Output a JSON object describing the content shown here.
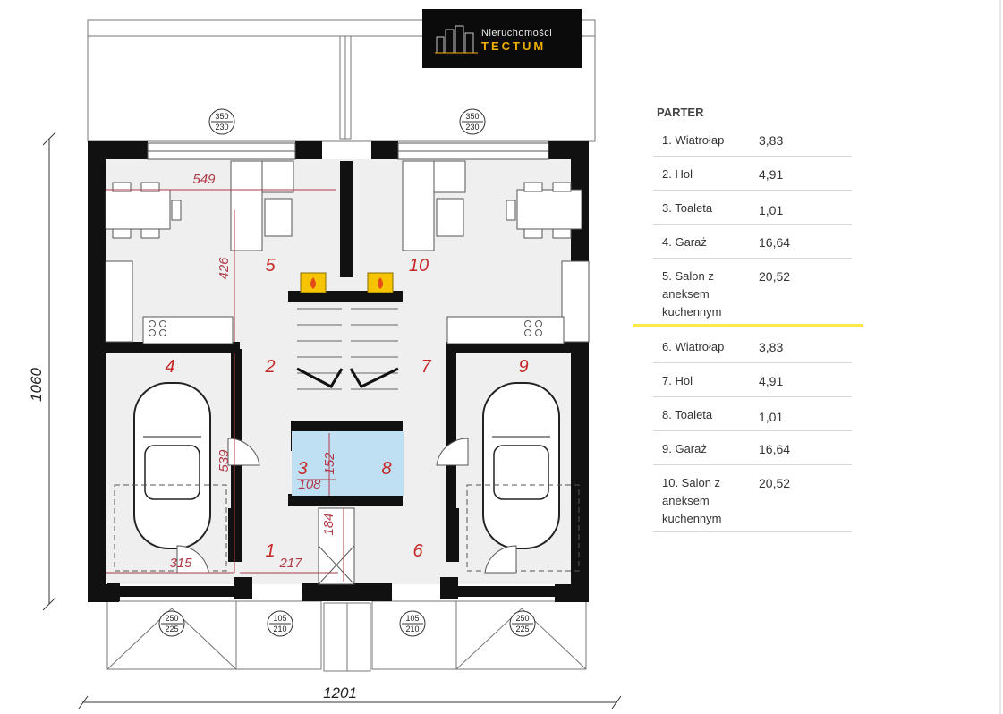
{
  "logo": {
    "top_text": "Nieruchomości",
    "main_text": "TECTUM",
    "accent": "#f0b000"
  },
  "plan": {
    "wall_color": "#111111",
    "dim_color": "#b03a48",
    "room_number_color": "#c62828",
    "rooms": [
      {
        "num": "1"
      },
      {
        "num": "2"
      },
      {
        "num": "3"
      },
      {
        "num": "4"
      },
      {
        "num": "5"
      },
      {
        "num": "6"
      },
      {
        "num": "7"
      },
      {
        "num": "8"
      },
      {
        "num": "9"
      },
      {
        "num": "10"
      }
    ],
    "dims": {
      "width_total": "1201",
      "height_total": "1060",
      "kitchen_width": "549",
      "living_depth": "426",
      "garage_depth": "539",
      "garage_width": "315",
      "hall_width": "217",
      "wc_width": "152",
      "wc_depth": "108",
      "vestibule": "184"
    },
    "windows": [
      {
        "top": "350",
        "bottom": "230"
      },
      {
        "top": "350",
        "bottom": "230"
      },
      {
        "top": "250",
        "bottom": "225"
      },
      {
        "top": "105",
        "bottom": "210"
      },
      {
        "top": "105",
        "bottom": "210"
      },
      {
        "top": "250",
        "bottom": "225"
      }
    ]
  },
  "legend": {
    "title": "PARTER",
    "items": [
      {
        "name": "1. Wiatrołap",
        "value": "3,83"
      },
      {
        "name": "2. Hol",
        "value": "4,91"
      },
      {
        "name": "3. Toaleta",
        "value": "1,01"
      },
      {
        "name": "4. Garaż",
        "value": "16,64"
      },
      {
        "name": "5. Salon z aneksem kuchennym",
        "value": "20,52"
      },
      {
        "name": "6. Wiatrołap",
        "value": "3,83"
      },
      {
        "name": "7. Hol",
        "value": "4,91"
      },
      {
        "name": "8. Toaleta",
        "value": "1,01"
      },
      {
        "name": "9. Garaż",
        "value": "16,64"
      },
      {
        "name": "10. Salon z aneksem kuchennym",
        "value": "20,52"
      }
    ],
    "highlight_color": "#ffe94a"
  }
}
